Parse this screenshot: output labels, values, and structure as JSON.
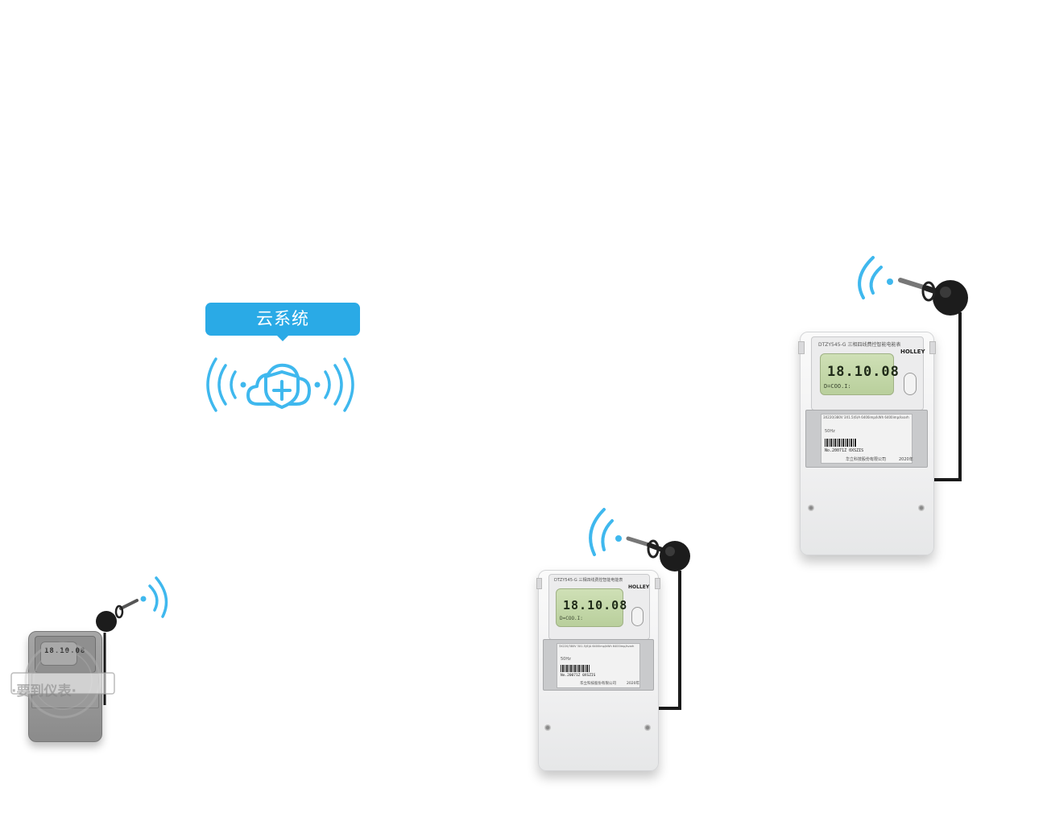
{
  "cloud": {
    "label": "云系统",
    "colors": {
      "accent": "#2aaae6",
      "icon_fill": "#3fb8ee"
    },
    "icon": "cloud-shield-icon"
  },
  "signal": {
    "icon": "wifi-signal-icon",
    "color": "#2aaae6"
  },
  "meters": [
    {
      "id": "meter-large",
      "model": "DTZY545-G 三相四线费控智能电能表",
      "brand": "HOLLEY",
      "display": "18.10.08",
      "display_sub": "D=COO.I:",
      "rated": "3X220/380V   3X1.5(6)A   6400imp/kWh   6400imp/kvarh",
      "freq": "50Hz",
      "serial": "No.20071Z 0XSZIS",
      "maker": "华立科技股份有限公司",
      "year": "2020年"
    },
    {
      "id": "meter-medium",
      "model": "DTZY545-G 三相四线费控智能电能表",
      "brand": "HOLLEY",
      "display": "18.10.08",
      "display_sub": "D=COO.I:",
      "rated": "3X220/380V   3X1.5(6)A   6400imp/kWh   6400imp/kvarh",
      "freq": "50Hz",
      "serial": "No.20071Z 0XSZIS",
      "maker": "华立科技股份有限公司",
      "year": "2020年"
    },
    {
      "id": "meter-small",
      "display": "18.10.08",
      "watermark": "·要到仪表·"
    }
  ]
}
